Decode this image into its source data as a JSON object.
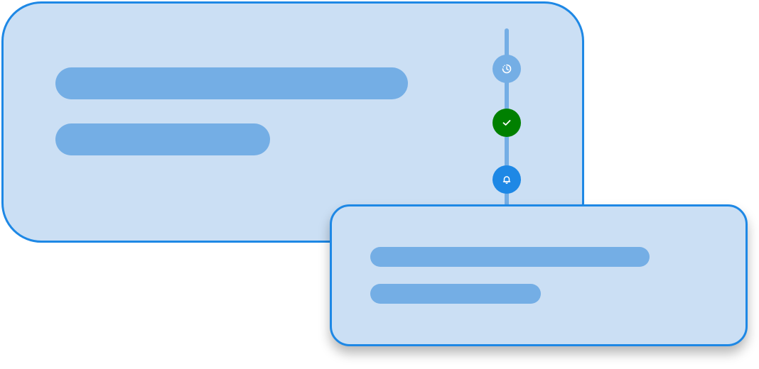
{
  "colors": {
    "card_background": "#cbdff4",
    "card_border": "#1e88e5",
    "placeholder_bar": "#74aee5",
    "timeline_track": "#74aee5",
    "step_pending": "#74aee5",
    "step_done": "#008000",
    "step_alert": "#1e88e5"
  },
  "main_card": {
    "lines": [
      "",
      ""
    ]
  },
  "timeline": {
    "steps": [
      {
        "state": "pending",
        "icon": "loading-clock-icon"
      },
      {
        "state": "done",
        "icon": "checkmark-icon"
      },
      {
        "state": "alert",
        "icon": "bell-icon"
      }
    ]
  },
  "popup_card": {
    "lines": [
      "",
      ""
    ]
  }
}
